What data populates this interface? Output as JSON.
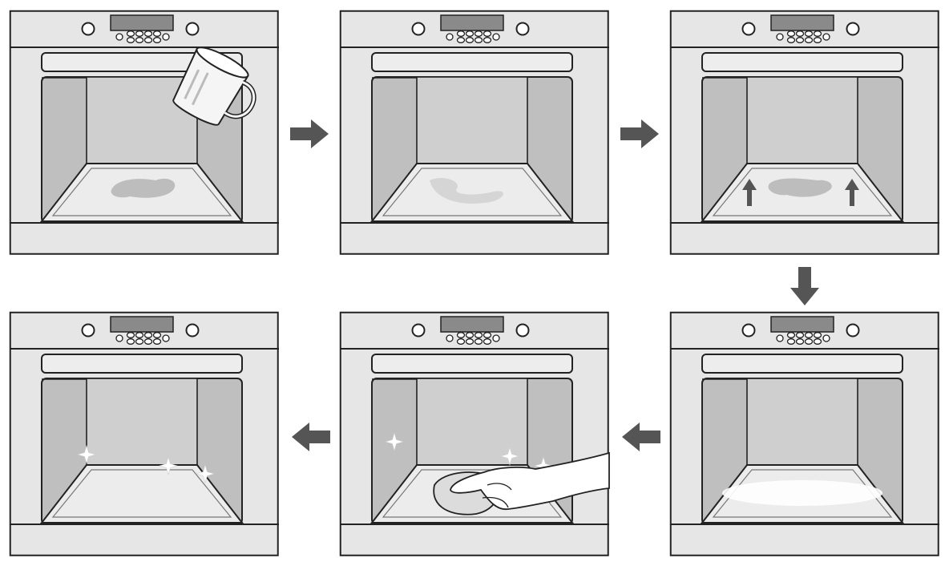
{
  "figure": {
    "panel_count": 6,
    "reading_order": [
      "top-left",
      "top-middle",
      "top-right",
      "bottom-right",
      "bottom-middle",
      "bottom-left"
    ],
    "colors": {
      "oven_body": "#e6e6e6",
      "oven_outline": "#222222",
      "cavity": "#bfbfbf",
      "cavity_back": "#cfcfcf",
      "display": "#8a8a8a",
      "arrow": "#555555",
      "puddle": "#b5b5b5",
      "sparkle": "#ffffff"
    },
    "panels": [
      {
        "step": 1,
        "icon": "water-jug-icon",
        "floor": "water-puddle"
      },
      {
        "step": 2,
        "icon": "",
        "floor": "water-spreading"
      },
      {
        "step": 3,
        "icon": "steam-up-arrows-icon",
        "floor": "water-puddle"
      },
      {
        "step": 4,
        "icon": "",
        "floor": "clean-glow"
      },
      {
        "step": 5,
        "icon": "wiping-hand-icon",
        "floor": "sparkling"
      },
      {
        "step": 6,
        "icon": "sparkle-icon",
        "floor": "sparkling"
      }
    ],
    "flow_arrows": [
      {
        "from": 1,
        "to": 2,
        "direction": "right"
      },
      {
        "from": 2,
        "to": 3,
        "direction": "right"
      },
      {
        "from": 3,
        "to": 4,
        "direction": "down"
      },
      {
        "from": 4,
        "to": 5,
        "direction": "left"
      },
      {
        "from": 5,
        "to": 6,
        "direction": "left"
      }
    ]
  }
}
